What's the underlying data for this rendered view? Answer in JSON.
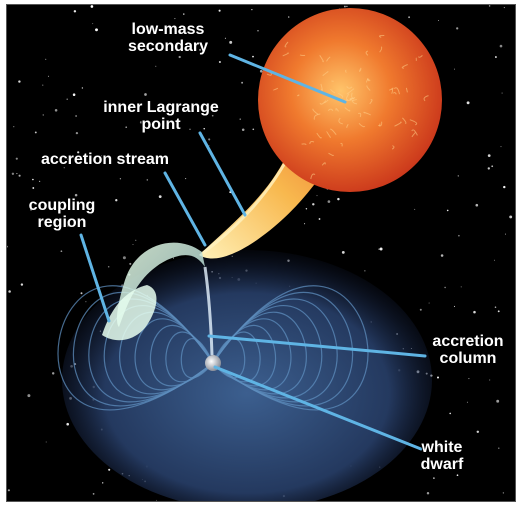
{
  "labels": {
    "low_mass_secondary": [
      "low-mass",
      "secondary"
    ],
    "inner_lagrange_point": [
      "inner Lagrange",
      "point"
    ],
    "accretion_stream": "accretion stream",
    "coupling_region": [
      "coupling",
      "region"
    ],
    "accretion_column": [
      "accretion",
      "column"
    ],
    "white_dwarf": [
      "white",
      "dwarf"
    ]
  },
  "colors": {
    "space": "#000000",
    "leader_line": "#5fb4e4",
    "star_outer": "#d9421a",
    "star_inner": "#ffae4a",
    "stream": "#f4b64a",
    "magnetosphere": "#33507a",
    "field_lines": "#5d8dbd",
    "coupling": "#cfe9d4"
  }
}
